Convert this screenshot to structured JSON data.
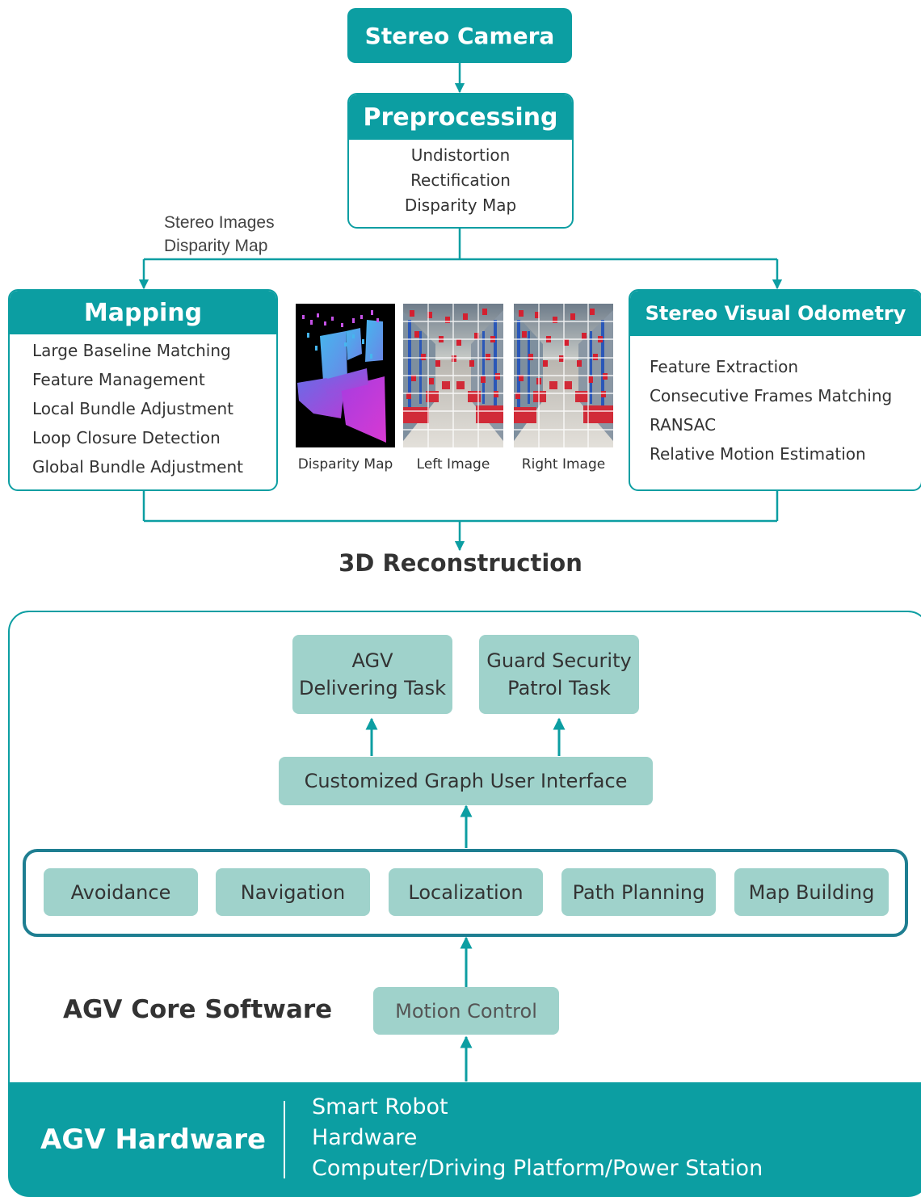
{
  "stereo_camera": {
    "label": "Stereo Camera"
  },
  "preprocessing": {
    "title": "Preprocessing",
    "items": [
      "Undistortion",
      "Rectification",
      "Disparity Map"
    ]
  },
  "branch_label": {
    "line1": "Stereo Images",
    "line2": "Disparity Map"
  },
  "mapping": {
    "title": "Mapping",
    "items": [
      "Large Baseline Matching",
      "Feature Management",
      "Local Bundle Adjustment",
      "Loop Closure Detection",
      "Global Bundle Adjustment"
    ]
  },
  "odometry": {
    "title": "Stereo Visual Odometry",
    "items": [
      "Feature Extraction",
      "Consecutive Frames Matching",
      "RANSAC",
      "Relative Motion Estimation"
    ]
  },
  "images": {
    "disparity_caption": "Disparity Map",
    "left_caption": "Left Image",
    "right_caption": "Right Image"
  },
  "reconstruction": {
    "label": "3D Reconstruction"
  },
  "tasks": {
    "agv_task": {
      "line1": "AGV",
      "line2": "Delivering Task"
    },
    "guard_task": {
      "line1": "Guard Security",
      "line2": "Patrol Task"
    }
  },
  "gui": {
    "label": "Customized Graph User Interface"
  },
  "modules": [
    "Avoidance",
    "Navigation",
    "Localization",
    "Path Planning",
    "Map Building"
  ],
  "core_software": {
    "label": "AGV Core Software"
  },
  "motion_control": {
    "label": "Motion Control"
  },
  "hardware": {
    "label": "AGV Hardware",
    "details": [
      "Smart Robot",
      "Hardware",
      "Computer/Driving Platform/Power Station"
    ]
  },
  "colors": {
    "teal": "#0c9ea2",
    "light_teal": "#9fd2cb",
    "dark_teal": "#1e7e91"
  }
}
